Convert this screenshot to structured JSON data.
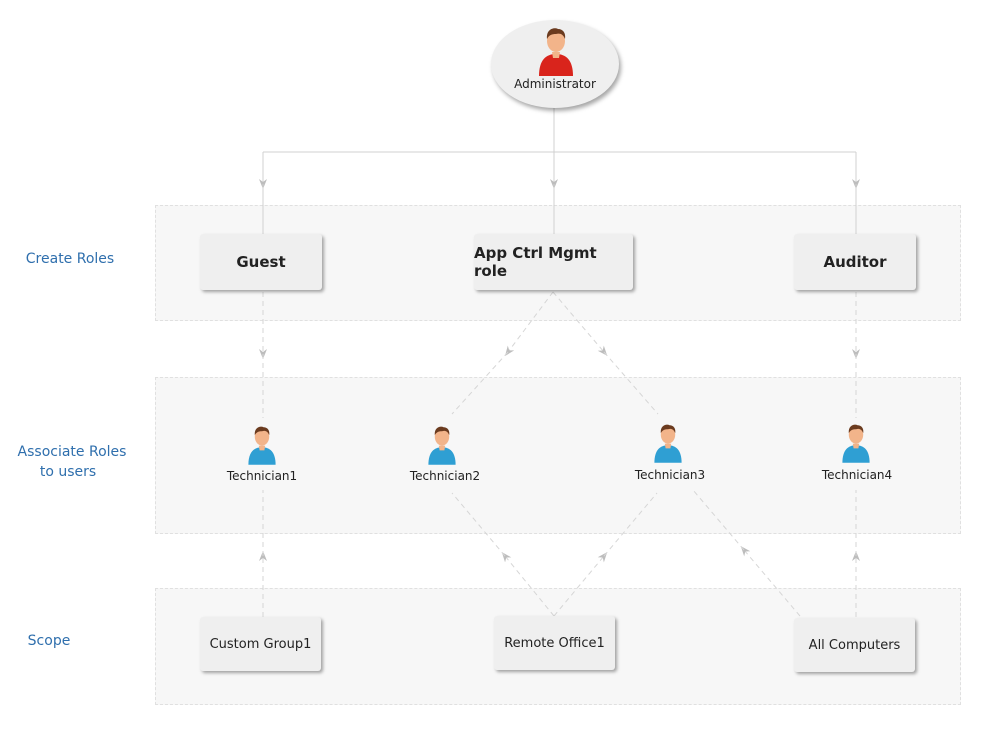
{
  "admin": {
    "label": "Administrator"
  },
  "rows": {
    "create_roles": "Create Roles",
    "associate_line1": "Associate Roles",
    "associate_line2": "to users",
    "scope": "Scope"
  },
  "roles": [
    {
      "label": "Guest"
    },
    {
      "label": "App Ctrl Mgmt role"
    },
    {
      "label": "Auditor"
    }
  ],
  "technicians": [
    {
      "label": "Technician1"
    },
    {
      "label": "Technician2"
    },
    {
      "label": "Technician3"
    },
    {
      "label": "Technician4"
    }
  ],
  "scopes": [
    {
      "label": "Custom Group1"
    },
    {
      "label": "Remote Office1"
    },
    {
      "label": "All Computers"
    }
  ],
  "colors": {
    "admin_shirt": "#d9241c",
    "tech_shirt": "#2f9fd3",
    "label_blue": "#2f6fad",
    "line": "#cccccc"
  }
}
